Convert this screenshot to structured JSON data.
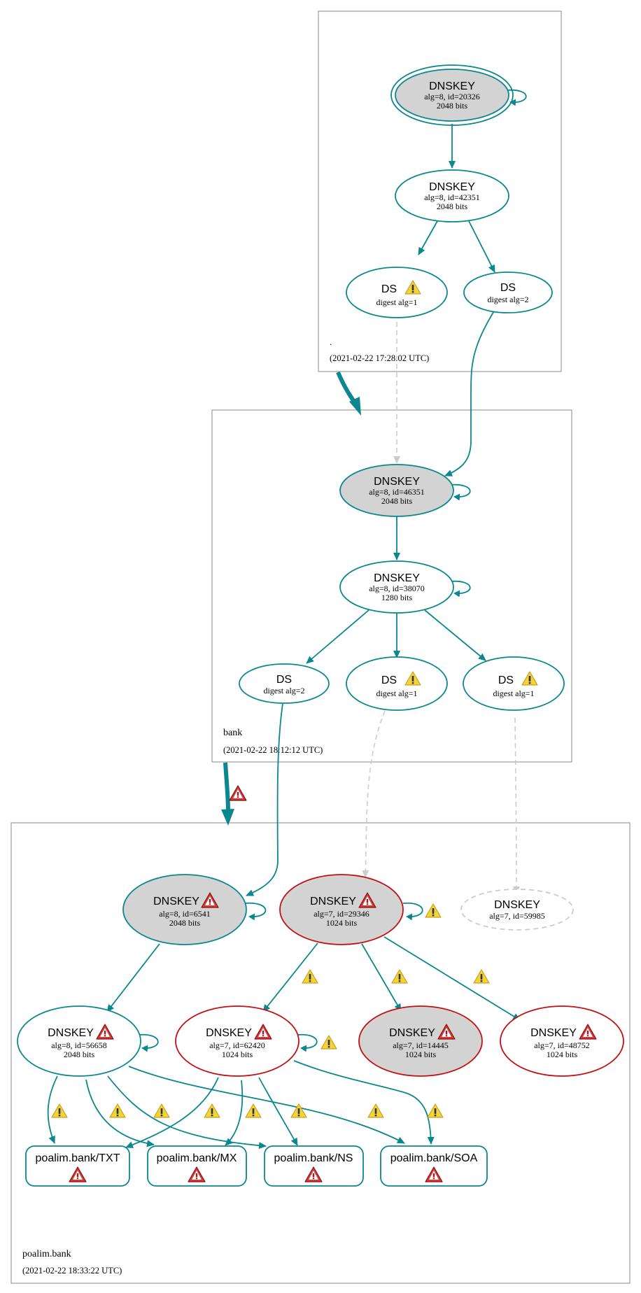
{
  "colors": {
    "teal": "#0a878f",
    "red": "#c21010",
    "gray_fill": "#d3d3d3",
    "faded": "#cccccc",
    "zone_border": "#8a8a8a",
    "warn_fill": "#f2d33a",
    "err_fill": "#d13a3a"
  },
  "zones": {
    "root": {
      "name": ".",
      "timestamp": "(2021-02-22 17:28:02 UTC)"
    },
    "bank": {
      "name": "bank",
      "timestamp": "(2021-02-22 18:12:12 UTC)"
    },
    "poalim": {
      "name": "poalim.bank",
      "timestamp": "(2021-02-22 18:33:22 UTC)"
    }
  },
  "nodes": {
    "root_ksk": {
      "title": "DNSKEY",
      "line1": "alg=8, id=20326",
      "line2": "2048 bits"
    },
    "root_zsk": {
      "title": "DNSKEY",
      "line1": "alg=8, id=42351",
      "line2": "2048 bits"
    },
    "root_ds1": {
      "title": "DS",
      "line1": "digest alg=1"
    },
    "root_ds2": {
      "title": "DS",
      "line1": "digest alg=2"
    },
    "bank_ksk": {
      "title": "DNSKEY",
      "line1": "alg=8, id=46351",
      "line2": "2048 bits"
    },
    "bank_zsk": {
      "title": "DNSKEY",
      "line1": "alg=8, id=38070",
      "line2": "1280 bits"
    },
    "bank_ds_a": {
      "title": "DS",
      "line1": "digest alg=2"
    },
    "bank_ds_b": {
      "title": "DS",
      "line1": "digest alg=1"
    },
    "bank_ds_c": {
      "title": "DS",
      "line1": "digest alg=1"
    },
    "p_ksk1": {
      "title": "DNSKEY",
      "line1": "alg=8, id=6541",
      "line2": "2048 bits"
    },
    "p_ksk2": {
      "title": "DNSKEY",
      "line1": "alg=7, id=29346",
      "line2": "1024 bits"
    },
    "p_missing": {
      "title": "DNSKEY",
      "line1": "alg=7, id=59985"
    },
    "p_zsk1": {
      "title": "DNSKEY",
      "line1": "alg=8, id=56658",
      "line2": "2048 bits"
    },
    "p_zsk2": {
      "title": "DNSKEY",
      "line1": "alg=7, id=62420",
      "line2": "1024 bits"
    },
    "p_zsk3": {
      "title": "DNSKEY",
      "line1": "alg=7, id=14445",
      "line2": "1024 bits"
    },
    "p_zsk4": {
      "title": "DNSKEY",
      "line1": "alg=7, id=48752",
      "line2": "1024 bits"
    },
    "rr_txt": {
      "title": "poalim.bank/TXT"
    },
    "rr_mx": {
      "title": "poalim.bank/MX"
    },
    "rr_ns": {
      "title": "poalim.bank/NS"
    },
    "rr_soa": {
      "title": "poalim.bank/SOA"
    }
  },
  "icons": {
    "warning": "warning-icon",
    "error": "error-icon"
  }
}
